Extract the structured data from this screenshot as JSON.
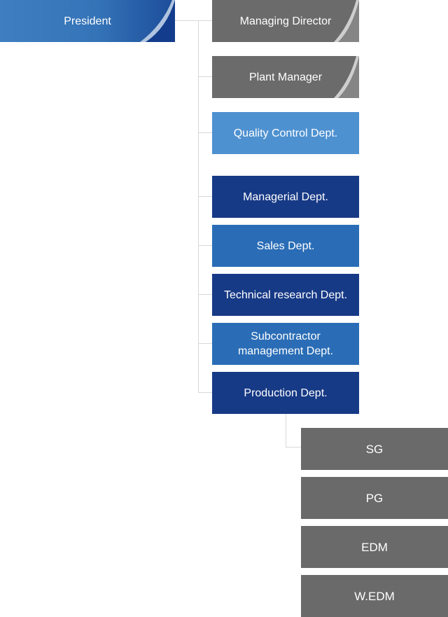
{
  "president": "President",
  "top_roles": [
    "Managing Director",
    "Plant Manager"
  ],
  "quality": "Quality Control Dept.",
  "departments": [
    {
      "label": "Managerial Dept.",
      "color": "#173a86"
    },
    {
      "label": "Sales Dept.",
      "color": "#2a6db6"
    },
    {
      "label": "Technical research Dept.",
      "color": "#173a86"
    },
    {
      "label": "Subcontractor\nmanagement Dept.",
      "color": "#2a6db6"
    },
    {
      "label": "Production Dept.",
      "color": "#173a86"
    }
  ],
  "production_units": [
    "SG",
    "PG",
    "EDM",
    "W.EDM"
  ],
  "colors": {
    "president": "#3574b8",
    "gray": "#6b6b6b",
    "quality": "#4e91d0",
    "connector": "#d8d8d8"
  }
}
